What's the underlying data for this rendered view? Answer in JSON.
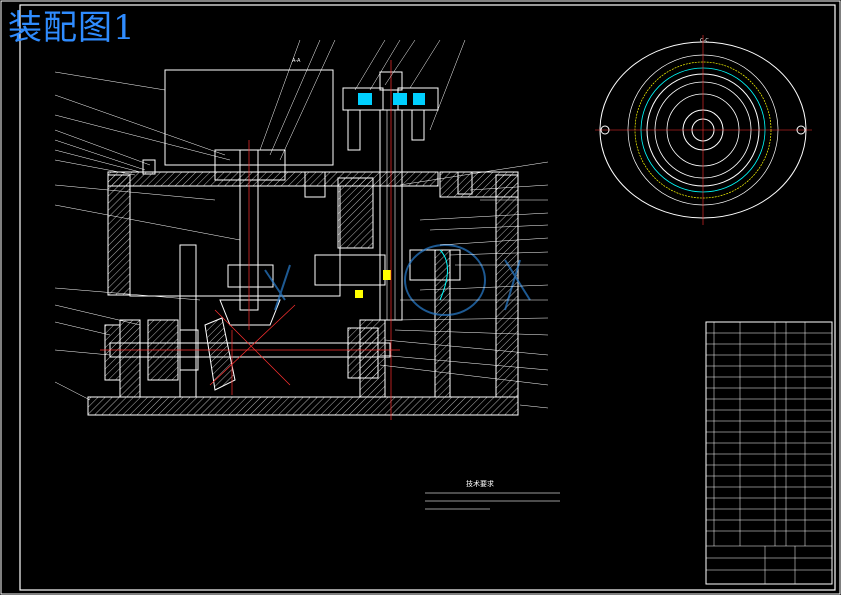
{
  "drawing": {
    "title": "装配图1",
    "section_label_a": "A-A",
    "section_label_c": "C-C",
    "technical_requirements_heading": "技术要求"
  },
  "colors": {
    "background": "#000000",
    "title": "#2f8cff",
    "frame": "#ffffff",
    "parts": "#ffffff",
    "hatch": "#ffffff",
    "center_lines": "#ff3030",
    "leaders": "#ffffff",
    "highlight": "#00d0ff",
    "gear_accent": "#ffff00",
    "bearing": "#00ffff",
    "watermark": "#2a7fd0"
  }
}
